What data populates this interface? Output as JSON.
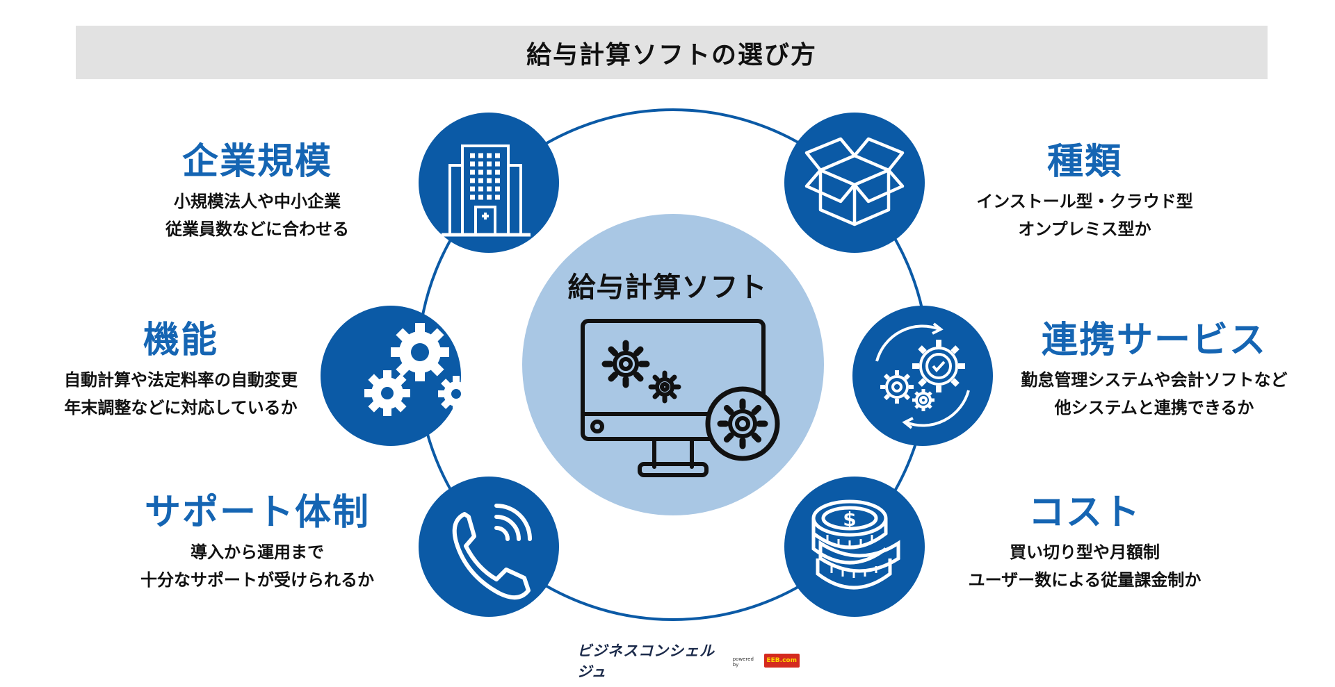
{
  "header": {
    "title": "給与計算ソフトの選び方"
  },
  "center": {
    "title": "給与計算ソフト",
    "icon": "computer-gears-icon"
  },
  "items": [
    {
      "heading": "企業規模",
      "lines": [
        "小規模法人や中小企業",
        "従業員数などに合わせる"
      ],
      "icon": "building-icon"
    },
    {
      "heading": "機能",
      "lines": [
        "自動計算や法定料率の自動変更",
        "年末調整などに対応しているか"
      ],
      "icon": "gears-icon"
    },
    {
      "heading": "サポート体制",
      "lines": [
        "導入から運用まで",
        "十分なサポートが受けられるか"
      ],
      "icon": "phone-icon"
    },
    {
      "heading": "種類",
      "lines": [
        "インストール型・クラウド型",
        "オンプレミス型か"
      ],
      "icon": "box-icon"
    },
    {
      "heading": "連携サービス",
      "lines": [
        "勤怠管理システムや会計ソフトなど",
        "他システムと連携できるか"
      ],
      "icon": "sync-gears-icon"
    },
    {
      "heading": "コスト",
      "lines": [
        "買い切り型や月額制",
        "ユーザー数による従量課金制か"
      ],
      "icon": "coins-icon"
    }
  ],
  "footer": {
    "brand": "ビジネスコンシェルジュ",
    "powered": "powered by",
    "logo": "EEB.com"
  },
  "colors": {
    "accent": "#1565b3",
    "icon_circle": "#0b5aa6",
    "center_fill": "#a9c7e4",
    "title_bar": "#e2e2e2"
  }
}
